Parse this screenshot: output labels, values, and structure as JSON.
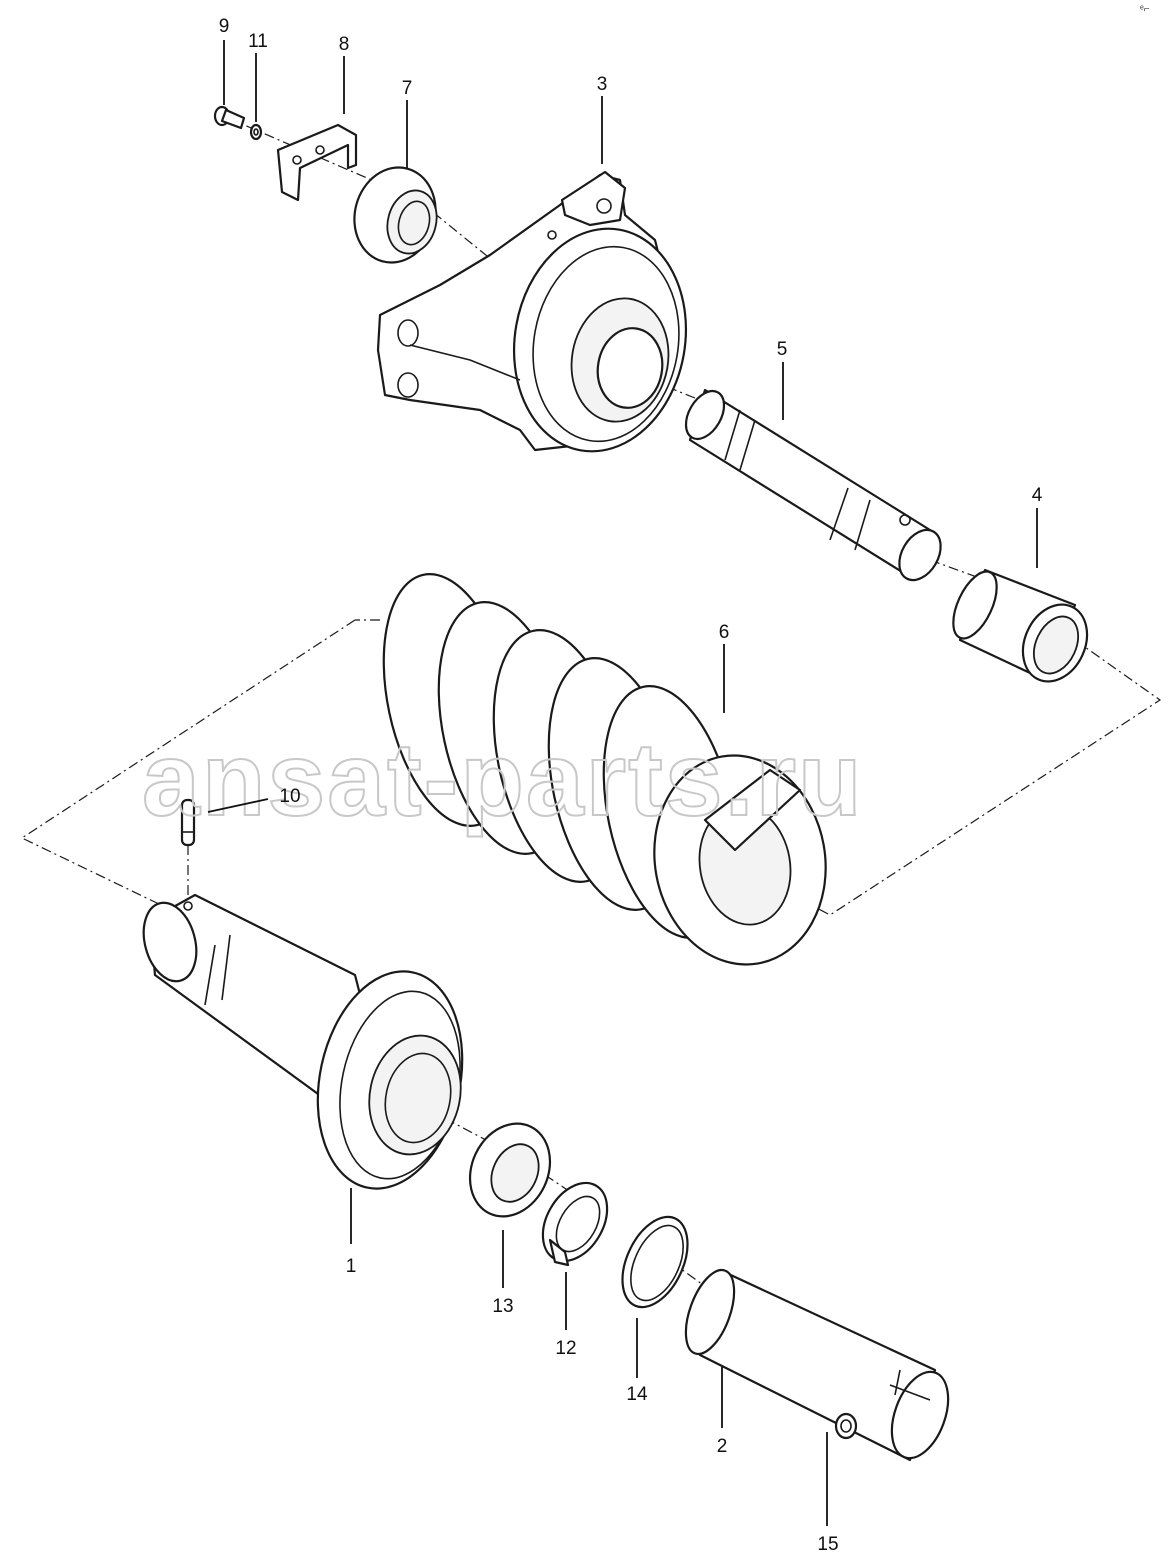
{
  "watermark": "ansat-parts.ru",
  "corner_mark": "ᵉ⌐",
  "part_labels": [
    {
      "id": "label-9",
      "text": "9"
    },
    {
      "id": "label-11",
      "text": "11"
    },
    {
      "id": "label-8",
      "text": "8"
    },
    {
      "id": "label-7",
      "text": "7"
    },
    {
      "id": "label-3",
      "text": "3"
    },
    {
      "id": "label-5",
      "text": "5"
    },
    {
      "id": "label-4",
      "text": "4"
    },
    {
      "id": "label-6",
      "text": "6"
    },
    {
      "id": "label-10",
      "text": "10"
    },
    {
      "id": "label-1",
      "text": "1"
    },
    {
      "id": "label-13",
      "text": "13"
    },
    {
      "id": "label-12",
      "text": "12"
    },
    {
      "id": "label-14",
      "text": "14"
    },
    {
      "id": "label-2",
      "text": "2"
    },
    {
      "id": "label-15",
      "text": "15"
    }
  ]
}
